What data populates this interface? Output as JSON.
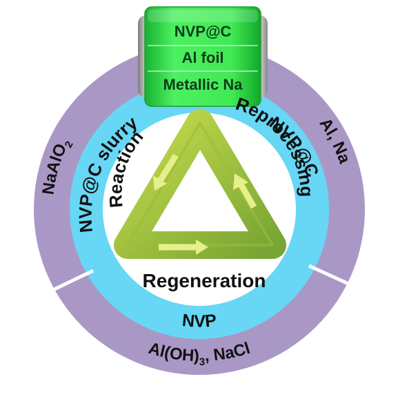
{
  "battery": {
    "layers": [
      "NVP@C",
      "Al foil",
      "Metallic Na"
    ]
  },
  "outer_ring": {
    "left": {
      "main": "NaAlO",
      "sub": "2"
    },
    "right": "Al, Na",
    "bottom": {
      "part1": "Al(OH)",
      "sub": "3",
      "part2": ", NaCl"
    }
  },
  "inner_ring": {
    "left": "NVP@C slurry",
    "right": "NVP@C",
    "bottom": "NVP"
  },
  "cycle": {
    "left": "Reaction",
    "right": "Reprocessing",
    "bottom": "Regeneration"
  },
  "colors": {
    "outer_ring": "#a998c6",
    "inner_ring": "#67d7f5",
    "battery_green": "#2ee24a",
    "triangle_green": "#a6c93a"
  }
}
